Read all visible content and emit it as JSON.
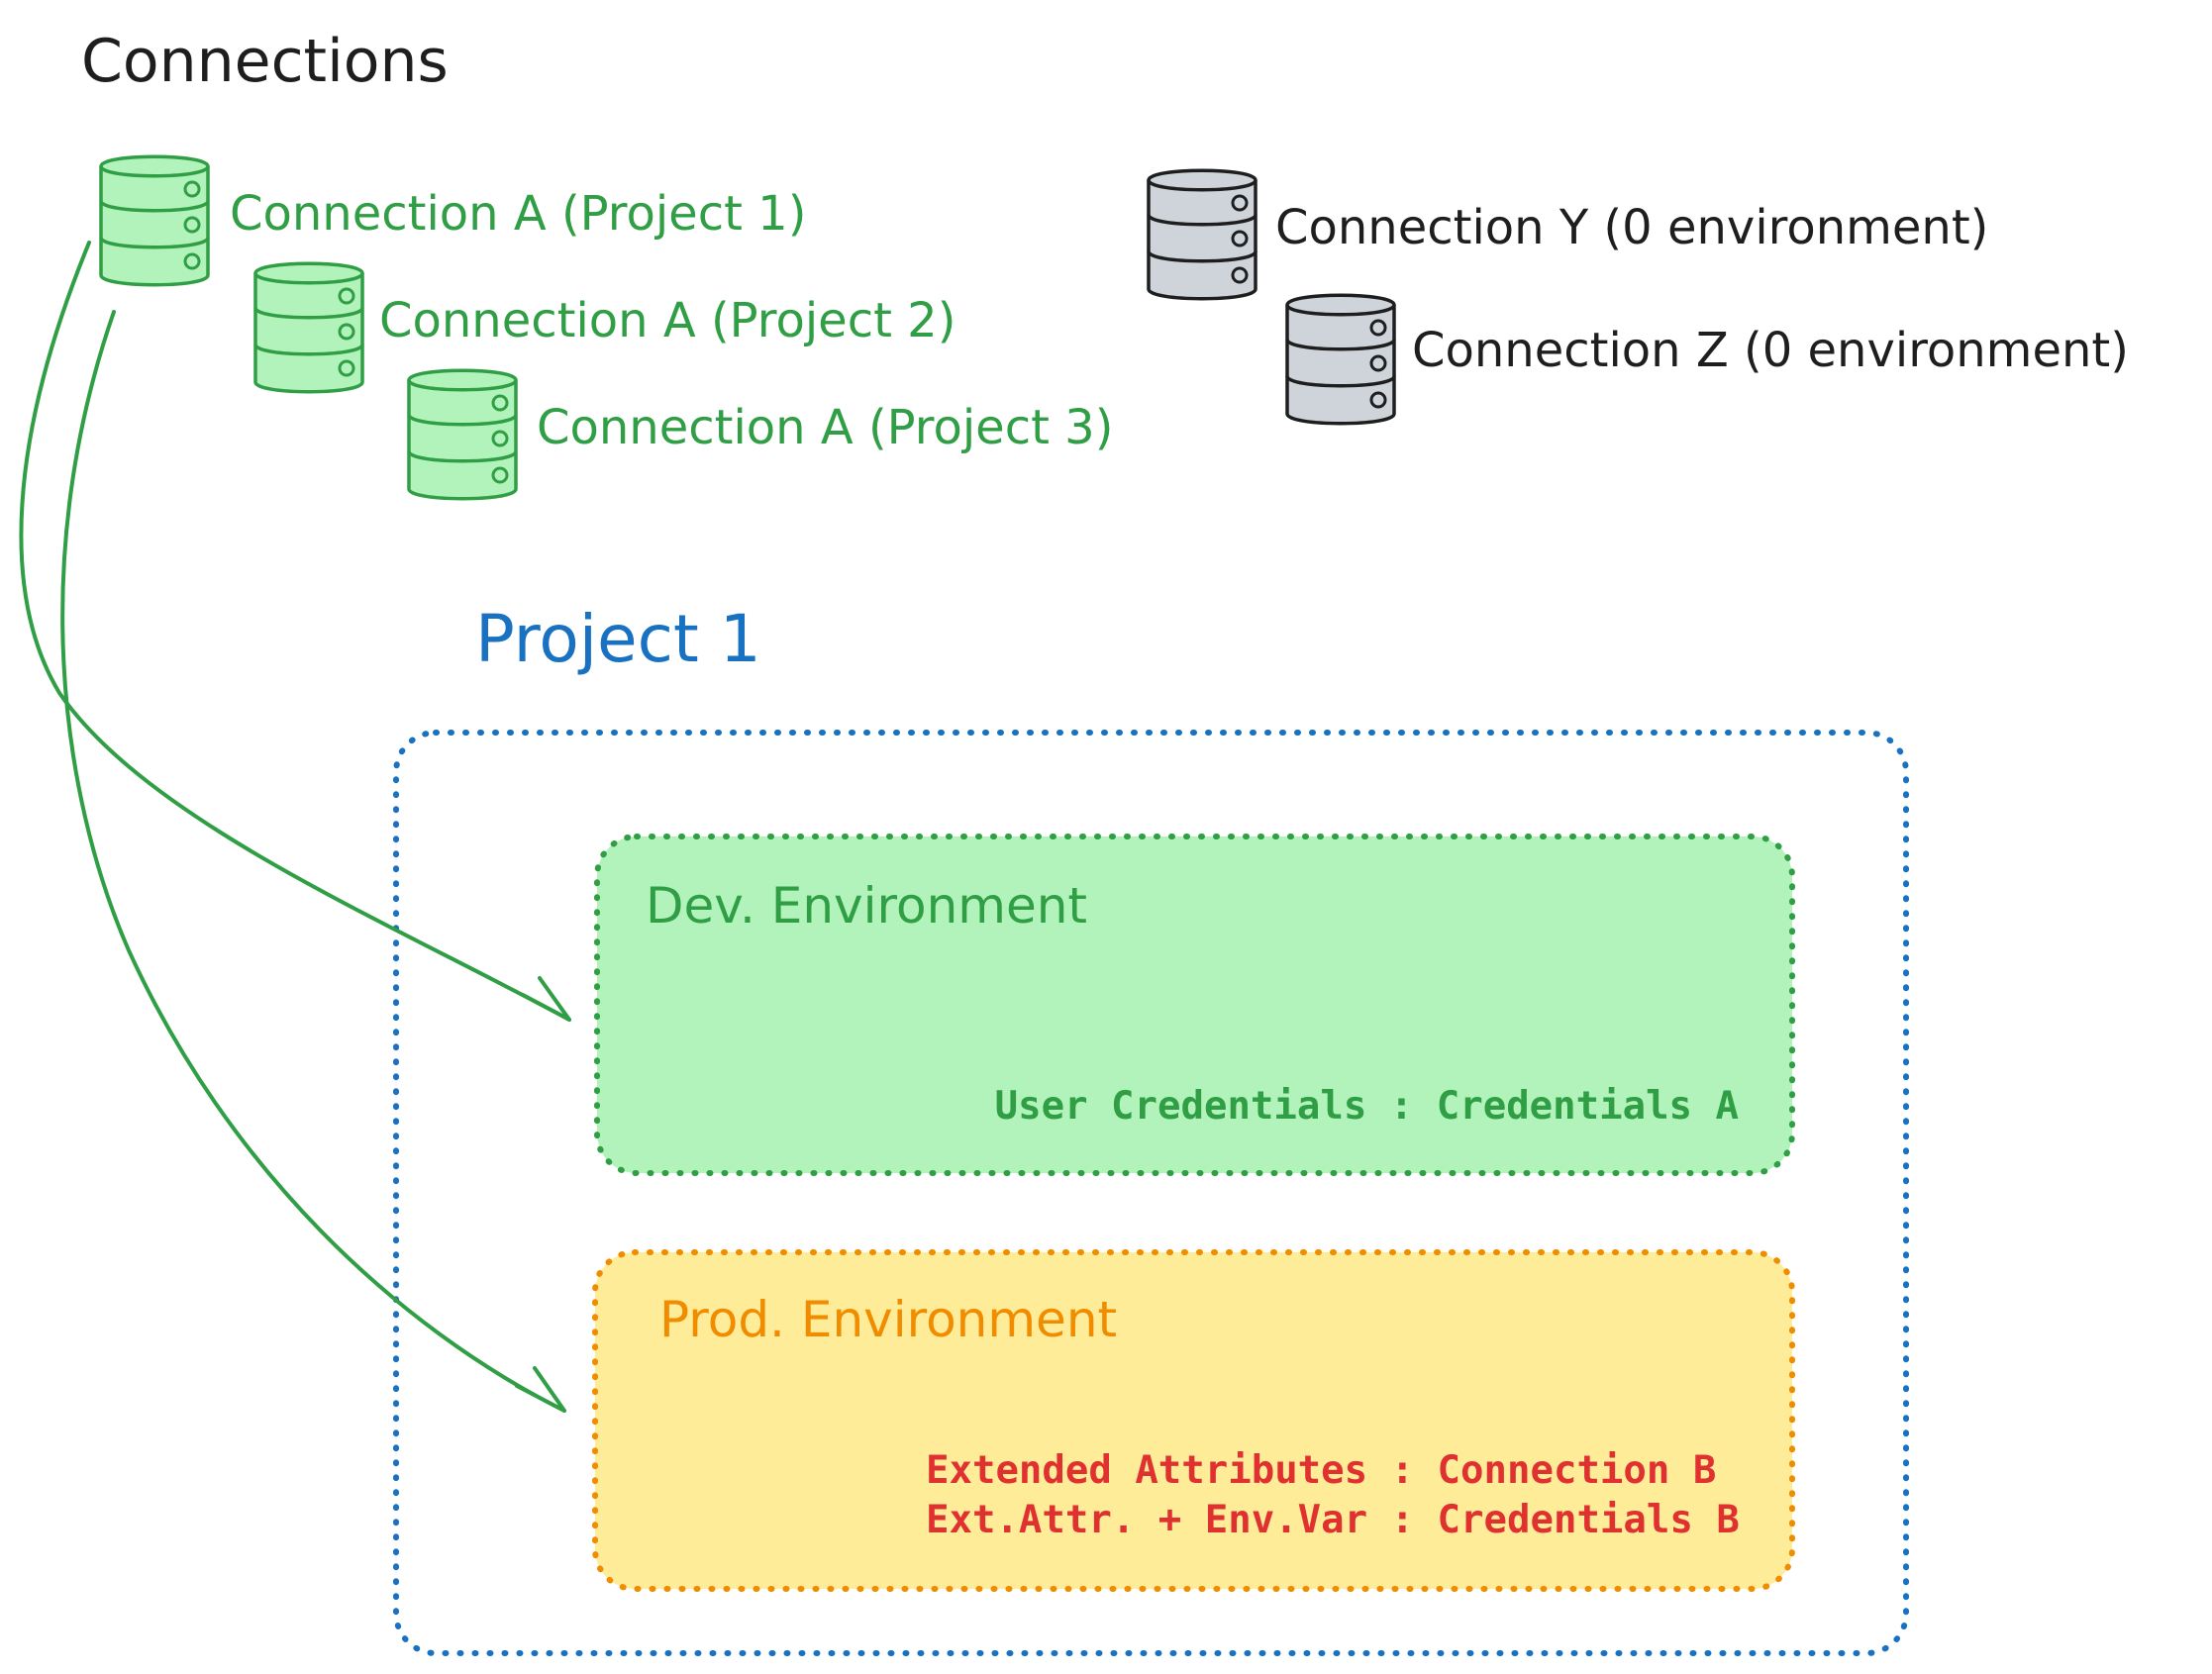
{
  "title": "Connections",
  "colors": {
    "green_stroke": "#2f9e44",
    "green_fill": "#b2f2bb",
    "gray_stroke": "#1e1e1e",
    "gray_fill": "#ced4da",
    "blue": "#1971c2",
    "orange_stroke": "#f08c00",
    "yellow_fill": "#ffec99",
    "red": "#e03131"
  },
  "connections": [
    {
      "label": "Connection A (Project 1)",
      "icon": "database-icon",
      "color": "green"
    },
    {
      "label": "Connection A (Project 2)",
      "icon": "database-icon",
      "color": "green"
    },
    {
      "label": "Connection A (Project 3)",
      "icon": "database-icon",
      "color": "green"
    },
    {
      "label": "Connection Y (0 environment)",
      "icon": "database-icon",
      "color": "gray"
    },
    {
      "label": "Connection Z (0 environment)",
      "icon": "database-icon",
      "color": "gray"
    }
  ],
  "project": {
    "title": "Project 1",
    "environments": [
      {
        "title": "Dev. Environment",
        "lines": [
          "User Credentials : Credentials A"
        ]
      },
      {
        "title": "Prod. Environment",
        "lines": [
          "Extended Attributes : Connection B",
          "Ext.Attr. + Env.Var : Credentials B"
        ]
      }
    ]
  }
}
